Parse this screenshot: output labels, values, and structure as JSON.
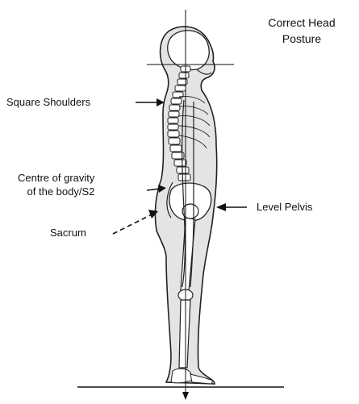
{
  "diagram": {
    "title_lines": [
      "Correct Head",
      "Posture"
    ],
    "labels": {
      "square_shoulders": "Square Shoulders",
      "centre_of_gravity_lines": [
        "Centre of gravity",
        "of the body/S2"
      ],
      "level_pelvis": "Level Pelvis",
      "sacrum": "Sacrum"
    },
    "colors": {
      "body_fill": "#e4e4e4",
      "outline": "#222222",
      "bone": "#ffffff",
      "line": "#111111"
    }
  }
}
